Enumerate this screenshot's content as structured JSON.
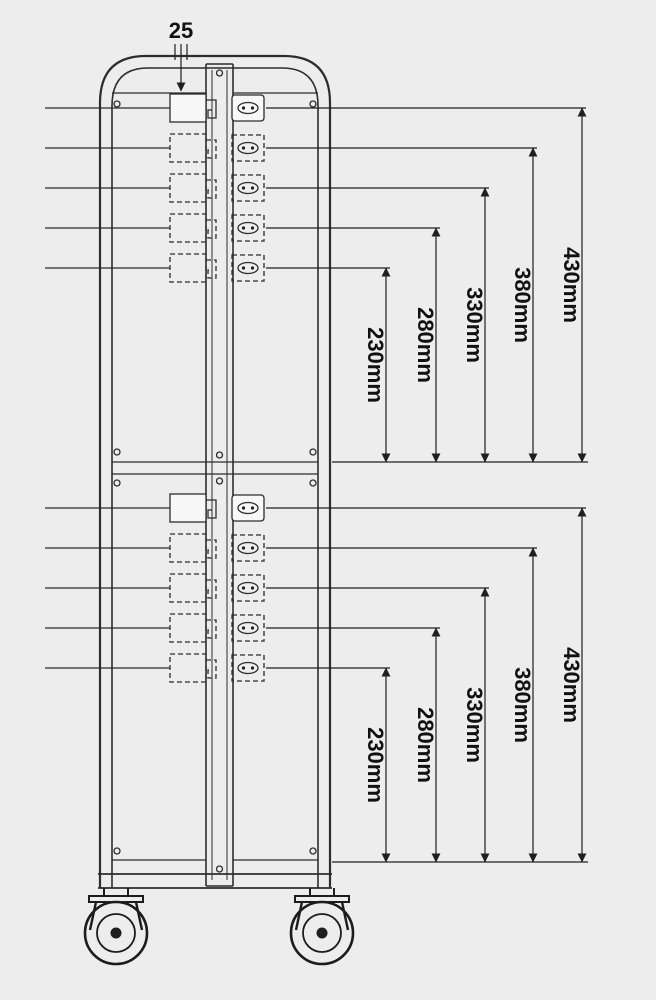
{
  "colors": {
    "background": "#ededed",
    "ink": "#2d2d2d"
  },
  "top_dimension": {
    "label": "25"
  },
  "upper_section": {
    "dims": [
      "230mm",
      "280mm",
      "330mm",
      "380mm",
      "430mm"
    ]
  },
  "lower_section": {
    "dims": [
      "230mm",
      "280mm",
      "330mm",
      "380mm",
      "430mm"
    ]
  }
}
